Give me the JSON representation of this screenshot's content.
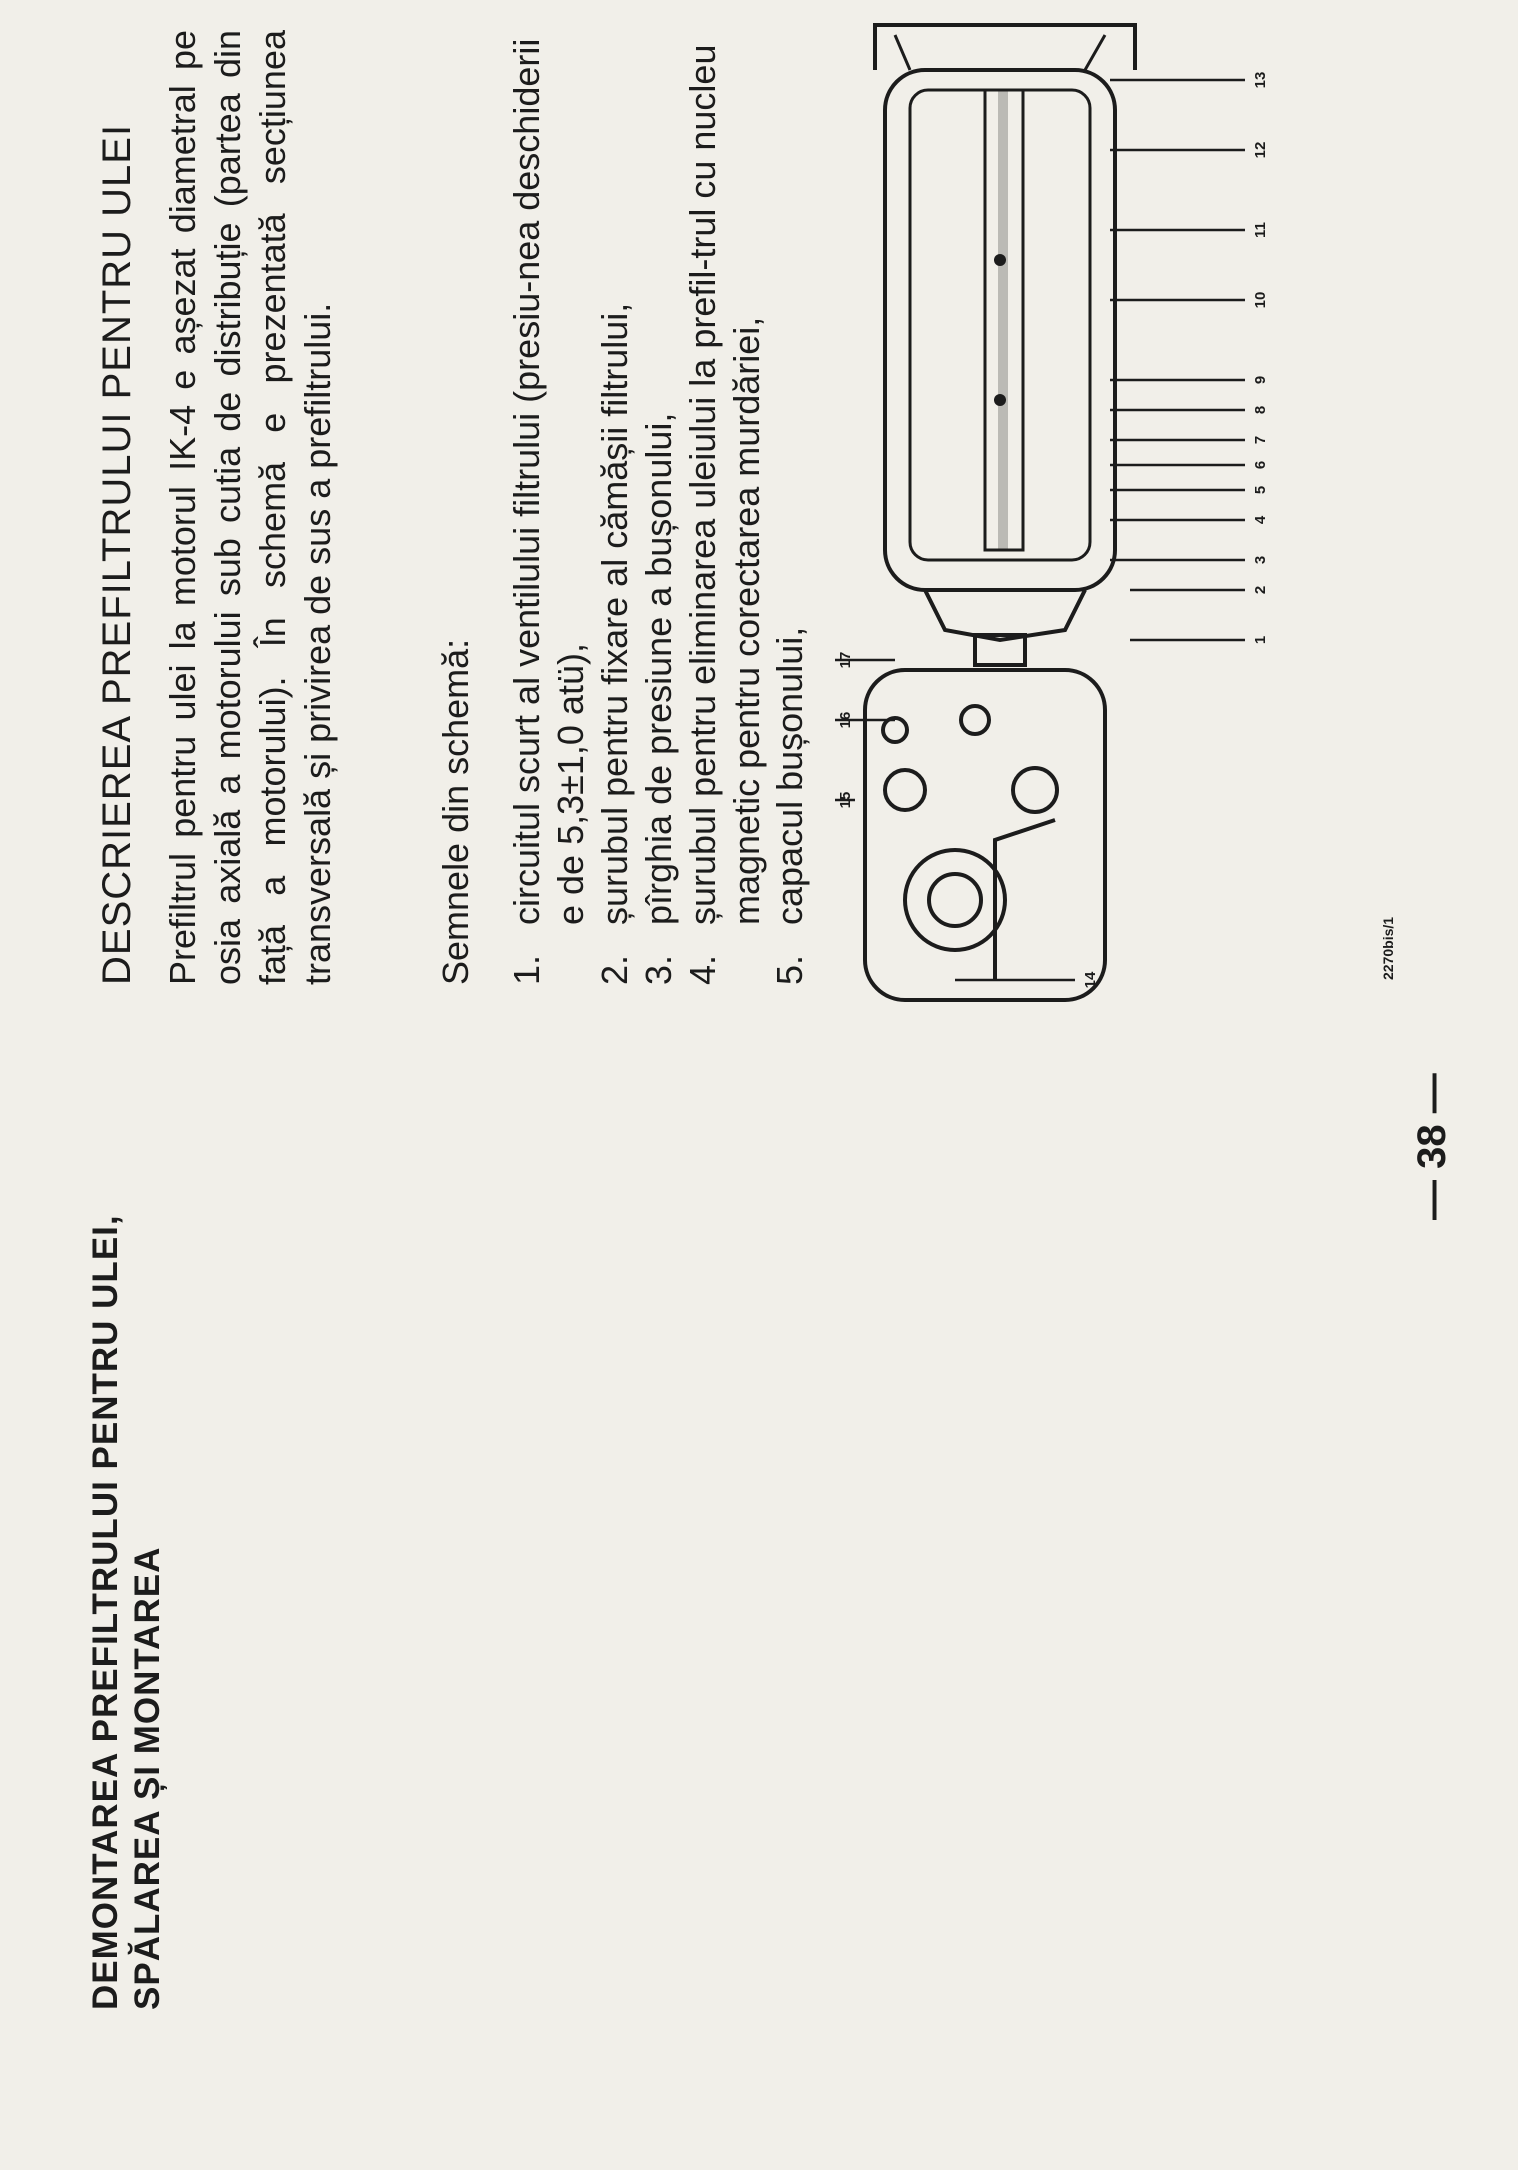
{
  "left_page": {
    "title_lines": [
      "DEMONTAREA PREFILTRULUI PENTRU ULEI,",
      "SPĂLAREA ȘI MONTAREA"
    ]
  },
  "right_page": {
    "section_title": "DESCRIEREA PREFILTRULUI PENTRU ULEI",
    "intro": "Prefiltrul pentru ulei la motorul IK-4 e așezat diametral pe osia axială a motorului sub cutia de distribuție (partea din față a motorului). În schemă e prezentată secțiunea transversală și privirea de sus a prefiltrului.",
    "legend_heading": "Semnele din schemă:",
    "legend": [
      {
        "num": "1.",
        "text": "circuitul scurt al ventilului filtrului (presiu-nea deschiderii e de 5,3±1,0 atü),"
      },
      {
        "num": "2.",
        "text": "șurubul pentru fixare al cămășii filtrului,"
      },
      {
        "num": "3.",
        "text": "pîrghia de presiune a bușonului,"
      },
      {
        "num": "4.",
        "text": "șurubul pentru eliminarea uleiului la prefil-trul cu nucleu magnetic pentru corectarea murdăriei,"
      },
      {
        "num": "5.",
        "text": "capacul bușonului,"
      }
    ],
    "figure": {
      "callouts_side": [
        "1",
        "2",
        "3",
        "4",
        "5",
        "6",
        "7",
        "8",
        "9",
        "10",
        "11",
        "12",
        "13"
      ],
      "callouts_top": [
        "14",
        "15",
        "16",
        "17"
      ],
      "code": "2270bis/1"
    },
    "page_number": "— 38 —"
  }
}
